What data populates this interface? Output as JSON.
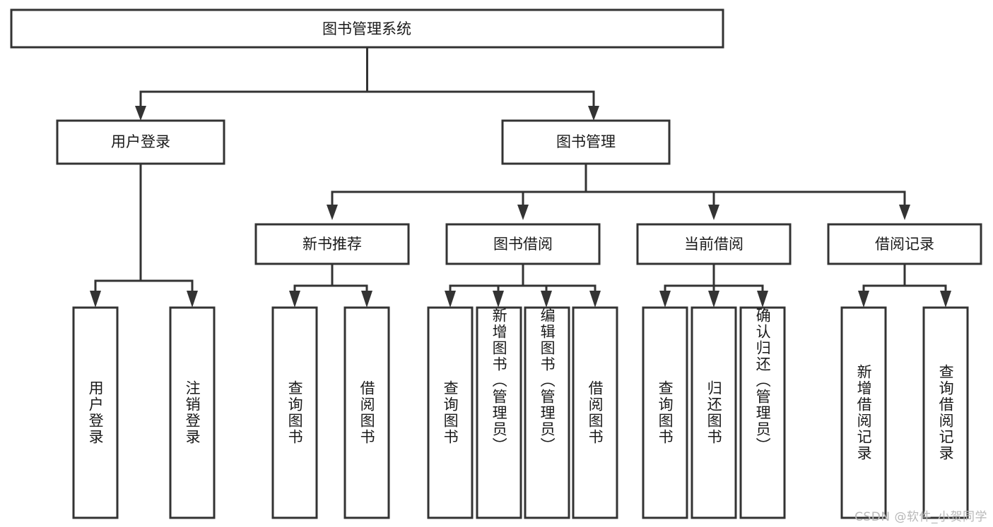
{
  "diagram": {
    "title": "图书管理系统",
    "type": "tree-hierarchy-chart",
    "watermark": "CSDN @软件_小贺同学",
    "colors": {
      "box_stroke": "#333333",
      "box_fill": "#ffffff",
      "text": "#1a1a1a",
      "background": "#ffffff",
      "watermark": "#b8b8b8"
    },
    "root": {
      "label": "图书管理系统"
    },
    "level2": [
      {
        "label": "用户登录"
      },
      {
        "label": "图书管理"
      }
    ],
    "level3": [
      {
        "label": "新书推荐"
      },
      {
        "label": "图书借阅"
      },
      {
        "label": "当前借阅"
      },
      {
        "label": "借阅记录"
      }
    ],
    "leaves": {
      "user_login": [
        {
          "label": "用户登录"
        },
        {
          "label": "注销登录"
        }
      ],
      "new_book_recommend": [
        {
          "label": "查询图书"
        },
        {
          "label": "借阅图书"
        }
      ],
      "book_borrow": [
        {
          "label": "查询图书"
        },
        {
          "label": "新增图书（管理员）"
        },
        {
          "label": "编辑图书（管理员）"
        },
        {
          "label": "借阅图书"
        }
      ],
      "current_borrow": [
        {
          "label": "查询图书"
        },
        {
          "label": "归还图书"
        },
        {
          "label": "确认归还（管理员）"
        }
      ],
      "borrow_record": [
        {
          "label": "新增借阅记录"
        },
        {
          "label": "查询借阅记录"
        }
      ]
    }
  }
}
